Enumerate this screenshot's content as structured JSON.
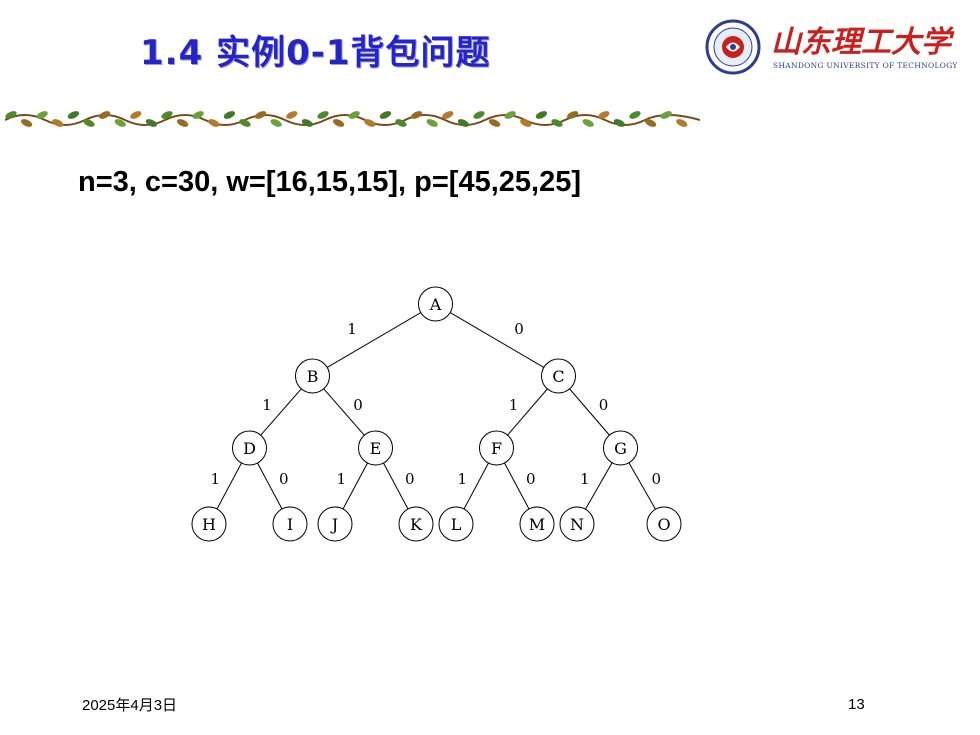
{
  "slide": {
    "title": "1.4 实例0-1背包问题",
    "params": "n=3, c=30, w=[16,15,15], p=[45,25,25]",
    "date": "2025年4月3日",
    "page_number": "13"
  },
  "logo": {
    "emblem_icon": "university-emblem-icon",
    "name_cn": "山东理工大学",
    "name_en": "SHANDONG UNIVERSITY OF TECHNOLOGY"
  },
  "decoration": {
    "vine_icon": "leaf-vine-divider-icon"
  },
  "colors": {
    "title": "#2424c8",
    "logo_red": "#c8201e",
    "logo_blue": "#2c3e8c"
  },
  "tree": {
    "nodes": [
      "A",
      "B",
      "C",
      "D",
      "E",
      "F",
      "G",
      "H",
      "I",
      "J",
      "K",
      "L",
      "M",
      "N",
      "O"
    ],
    "edges": [
      {
        "from": "A",
        "to": "B",
        "label": "1"
      },
      {
        "from": "A",
        "to": "C",
        "label": "0"
      },
      {
        "from": "B",
        "to": "D",
        "label": "1"
      },
      {
        "from": "B",
        "to": "E",
        "label": "0"
      },
      {
        "from": "C",
        "to": "F",
        "label": "1"
      },
      {
        "from": "C",
        "to": "G",
        "label": "0"
      },
      {
        "from": "D",
        "to": "H",
        "label": "1"
      },
      {
        "from": "D",
        "to": "I",
        "label": "0"
      },
      {
        "from": "E",
        "to": "J",
        "label": "1"
      },
      {
        "from": "E",
        "to": "K",
        "label": "0"
      },
      {
        "from": "F",
        "to": "L",
        "label": "1"
      },
      {
        "from": "F",
        "to": "M",
        "label": "0"
      },
      {
        "from": "G",
        "to": "N",
        "label": "1"
      },
      {
        "from": "G",
        "to": "O",
        "label": "0"
      }
    ]
  }
}
